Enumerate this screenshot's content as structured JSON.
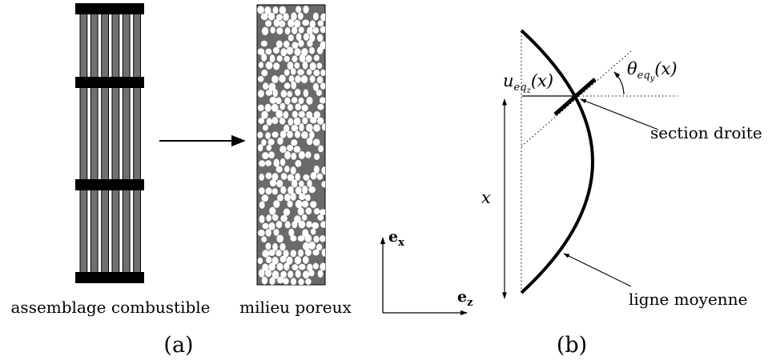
{
  "panel_a": {
    "label_left": "assemblage combustible",
    "label_right": "milieu poreux",
    "caption": "(a)",
    "assembly": {
      "rod_count": 6,
      "grid_count": 4
    }
  },
  "panel_b": {
    "caption": "(b)",
    "u_label": {
      "main": "u",
      "sub": "eq",
      "subsub": "z",
      "arg": "(x)"
    },
    "theta_label": {
      "main": "θ",
      "sub": "eq",
      "subsub": "y",
      "arg": "(x)"
    },
    "x_label": "x",
    "section_label": "section droite",
    "line_label": "ligne moyenne",
    "axis_x_label": "e",
    "axis_x_sub": "x",
    "axis_z_label": "e",
    "axis_z_sub": "z"
  }
}
